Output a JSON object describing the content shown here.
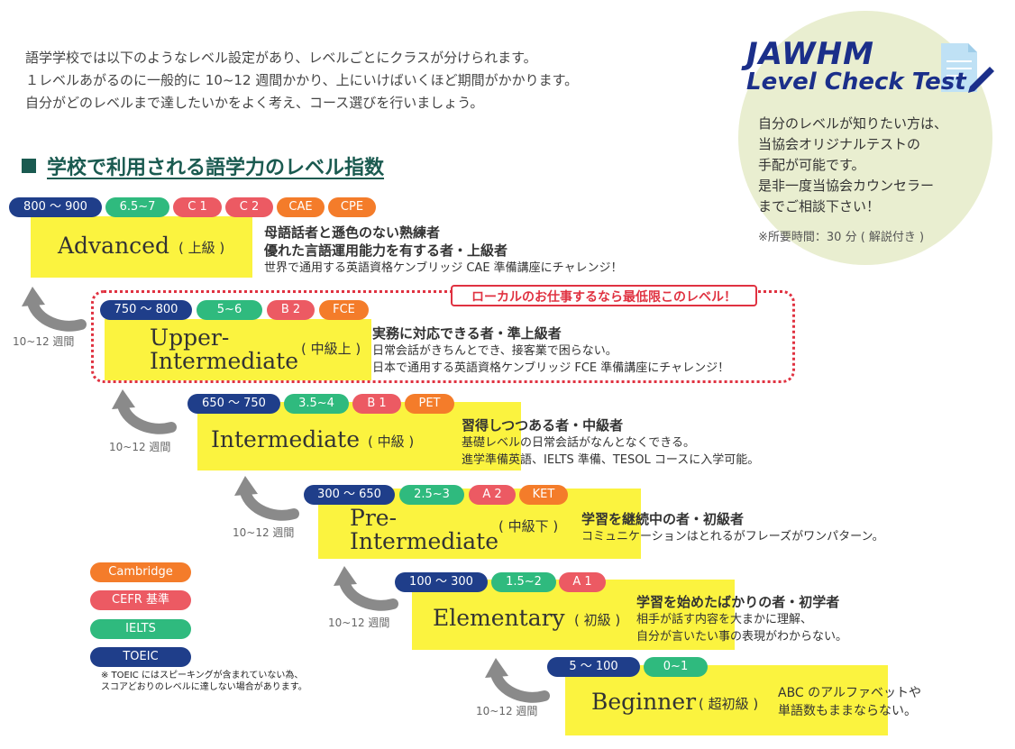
{
  "intro": [
    "語学学校では以下のようなレベル設定があり、レベルごとにクラスが分けられます。",
    "１レベルあがるのに一般的に 10~12 週間かかり、上にいけばいくほど期間がかかります。",
    "自分がどのレベルまで達したいかをよく考え、コース選びを行いましょう。"
  ],
  "section_title": "学校で利用される語学力のレベル指数",
  "levels": [
    {
      "name": "Advanced",
      "jp": "( 上級 )",
      "toeic": "800 〜 900",
      "ielts": "6.5~7",
      "cefr": [
        "C 1",
        "C 2"
      ],
      "cambridge": [
        "CAE",
        "CPE"
      ],
      "desc_heading": [
        "母語話者と遜色のない熟練者",
        "優れた言語運用能力を有する者・上級者"
      ],
      "desc": [
        "世界で通用する英語資格ケンブリッジ CAE 準備講座にチャレンジ！"
      ]
    },
    {
      "name_lines": [
        "Upper-",
        "Intermediate"
      ],
      "jp": "( 中級上 )",
      "toeic": "750 〜 800",
      "ielts": "5~6",
      "cefr": [
        "B 2"
      ],
      "cambridge": [
        "FCE"
      ],
      "desc_heading": [
        "実務に対応できる者・準上級者"
      ],
      "desc": [
        "日常会話がきちんとでき、接客業で困らない。",
        "日本で通用する英語資格ケンブリッジ FCE 準備講座にチャレンジ！"
      ]
    },
    {
      "name": "Intermediate",
      "jp": "( 中級 )",
      "toeic": "650 〜 750",
      "ielts": "3.5~4",
      "cefr": [
        "B 1"
      ],
      "cambridge": [
        "PET"
      ],
      "desc_heading": [
        "習得しつつある者・中級者"
      ],
      "desc": [
        "基礎レベルの日常会話がなんとなくできる。",
        "進学準備英語、IELTS 準備、TESOL コースに入学可能。"
      ]
    },
    {
      "name_lines": [
        "Pre-",
        "Intermediate"
      ],
      "jp": "( 中級下 )",
      "toeic": "300 〜 650",
      "ielts": "2.5~3",
      "cefr": [
        "A 2"
      ],
      "cambridge": [
        "KET"
      ],
      "desc_heading": [
        "学習を継続中の者・初級者"
      ],
      "desc": [
        "コミュニケーションはとれるがフレーズがワンパターン。"
      ]
    },
    {
      "name": "Elementary",
      "jp": "( 初級 )",
      "toeic": "100 〜 300",
      "ielts": "1.5~2",
      "cefr": [
        "A 1"
      ],
      "cambridge": [],
      "desc_heading": [
        "学習を始めたばかりの者・初学者"
      ],
      "desc": [
        "相手が話す内容を大まかに理解、",
        "自分が言いたい事の表現がわからない。"
      ]
    },
    {
      "name": "Beginner",
      "jp": "( 超初級 )",
      "toeic": "5 〜 100",
      "ielts": "0~1",
      "cefr": [],
      "cambridge": [],
      "desc_heading": [],
      "desc": [
        "ABC のアルファベットや",
        "単語数もままならない。"
      ]
    }
  ],
  "weeks_label": "10~12 週間",
  "callout": "ローカルのお仕事するなら最低限このレベル！",
  "legend": [
    "Cambridge",
    "CEFR 基準",
    "IELTS",
    "TOEIC"
  ],
  "legend_note": [
    "※ TOEIC にはスピーキングが含まれていない為、",
    "スコアどおりのレベルに達しない場合があります。"
  ],
  "jawhm": {
    "title1": "JAWHM",
    "title2": "Level Check Test",
    "text": [
      "自分のレベルが知りたい方は、",
      "当協会オリジナルテストの",
      "手配が可能です。",
      "是非一度当協会カウンセラー",
      "までご相談下さい！"
    ],
    "note": "※所要時間：30 分 ( 解説付き )"
  },
  "colors": {
    "toeic": "#1f3e8a",
    "ielts": "#2fba7e",
    "cefr": "#ec5a63",
    "cambridge": "#f47c2a",
    "highlight": "#fbf33f",
    "callout": "#e03241",
    "title": "#1a5a50",
    "jawhm": "#1b2f8a"
  }
}
